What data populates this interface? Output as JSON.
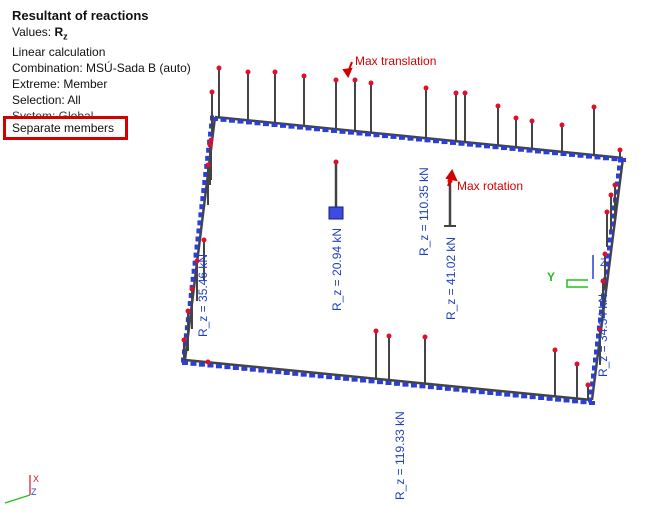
{
  "info": {
    "title": "Resultant of reactions",
    "values_prefix": "Values: ",
    "values_symbol": "R",
    "values_sub": "z",
    "analysis": "Linear calculation",
    "combination": "Combination: MSÚ-Sada B (auto)",
    "extreme": "Extreme: Member",
    "selection": "Selection: All",
    "system": "System: Global",
    "separate": "Separate members"
  },
  "labels": {
    "max_translation": "Max translation",
    "max_rotation": "Max rotation",
    "r1": "R_z = 20.94 kN",
    "r2": "R_z = 110.35 kN",
    "r3": "R_z = 41.02 kN",
    "r4": "R_z = 35.46 kN",
    "r5": "R_z = 34.34 kN",
    "r6": "R_z = 119.33 kN"
  },
  "axes": {
    "global_x": "X",
    "global_z": "Z",
    "view_y": "Y",
    "view_z": "Z"
  },
  "colors": {
    "support": "#2b3fd6",
    "member": "#444444",
    "reaction_tip": "#e0102a",
    "annotation": "#d40000",
    "label": "#1f3fbf",
    "axis_y": "#22c01a",
    "axis_x": "#e0102a"
  }
}
